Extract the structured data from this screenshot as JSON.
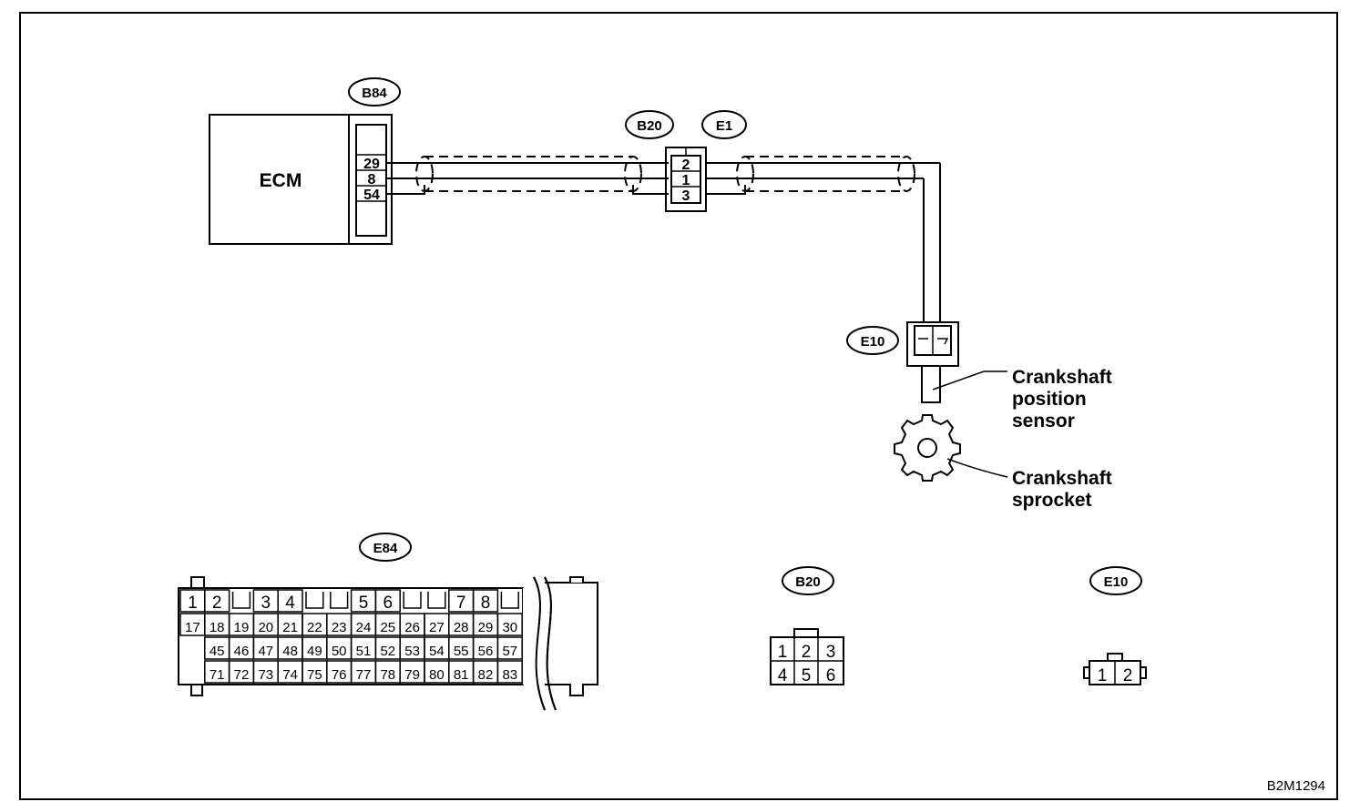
{
  "ecm_label": "ECM",
  "callouts": {
    "b84": "B84",
    "b20_top": "B20",
    "e1": "E1",
    "e10_top": "E10",
    "e84": "E84",
    "b20_bottom": "B20",
    "e10_bottom": "E10"
  },
  "ecm_pins": [
    "29",
    "8",
    "54"
  ],
  "b20_e1_pins": [
    "2",
    "1",
    "3"
  ],
  "sensor_label": [
    "Crankshaft",
    "position",
    "sensor"
  ],
  "sprocket_label": [
    "Crankshaft",
    "sprocket"
  ],
  "e84_connector": {
    "row1": [
      "1",
      "2",
      "3",
      "4",
      "5",
      "6",
      "7",
      "8"
    ],
    "row2": [
      "17",
      "18",
      "19",
      "20",
      "21",
      "22",
      "23",
      "24",
      "25",
      "26",
      "27",
      "28",
      "29",
      "30"
    ],
    "row3": [
      "45",
      "46",
      "47",
      "48",
      "49",
      "50",
      "51",
      "52",
      "53",
      "54",
      "55",
      "56",
      "57"
    ],
    "row4": [
      "71",
      "72",
      "73",
      "74",
      "75",
      "76",
      "77",
      "78",
      "79",
      "80",
      "81",
      "82",
      "83"
    ]
  },
  "b20_connector": {
    "row1": [
      "1",
      "2",
      "3"
    ],
    "row2": [
      "4",
      "5",
      "6"
    ]
  },
  "e10_connector": [
    "1",
    "2"
  ],
  "figure_code": "B2M1294"
}
